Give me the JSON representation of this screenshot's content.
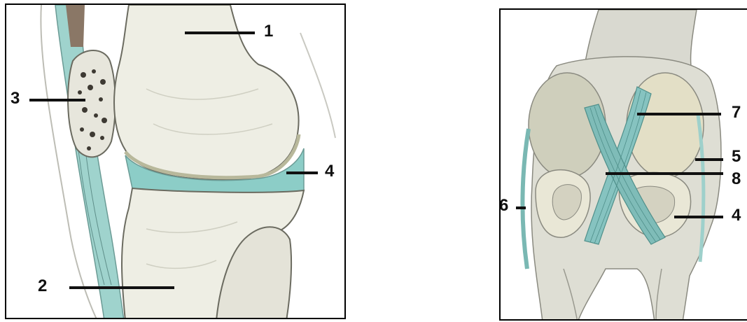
{
  "left_diagram": {
    "labels": [
      {
        "id": "1",
        "text": "1"
      },
      {
        "id": "2",
        "text": "2"
      },
      {
        "id": "3",
        "text": "3"
      },
      {
        "id": "4",
        "text": "4"
      }
    ]
  },
  "right_diagram": {
    "labels": [
      {
        "id": "7",
        "text": "7"
      },
      {
        "id": "5",
        "text": "5"
      },
      {
        "id": "8",
        "text": "8"
      },
      {
        "id": "6",
        "text": "6"
      },
      {
        "id": "4",
        "text": "4"
      }
    ]
  },
  "colors": {
    "bone": "#eeeee4",
    "bone_shadow": "#cfcfc2",
    "cartilage": "#8ccdc7",
    "ligament": "#86c3c0",
    "tendon_dark": "#8a7766",
    "outline": "#6b6b60"
  }
}
